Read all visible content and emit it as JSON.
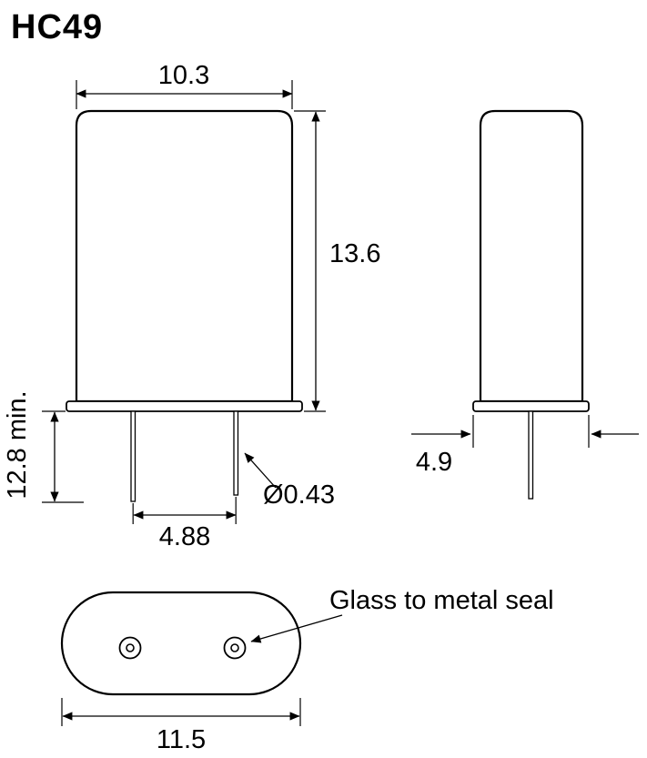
{
  "title": "HC49",
  "colors": {
    "line": "#000000",
    "background": "#ffffff"
  },
  "front_view": {
    "width": "10.3",
    "height": "13.6",
    "lead_length": "12.8 min.",
    "lead_spacing": "4.88",
    "lead_diameter": "Ø0.43"
  },
  "side_view": {
    "width": "4.9"
  },
  "bottom_view": {
    "length": "11.5",
    "seal_note": "Glass to metal seal"
  }
}
